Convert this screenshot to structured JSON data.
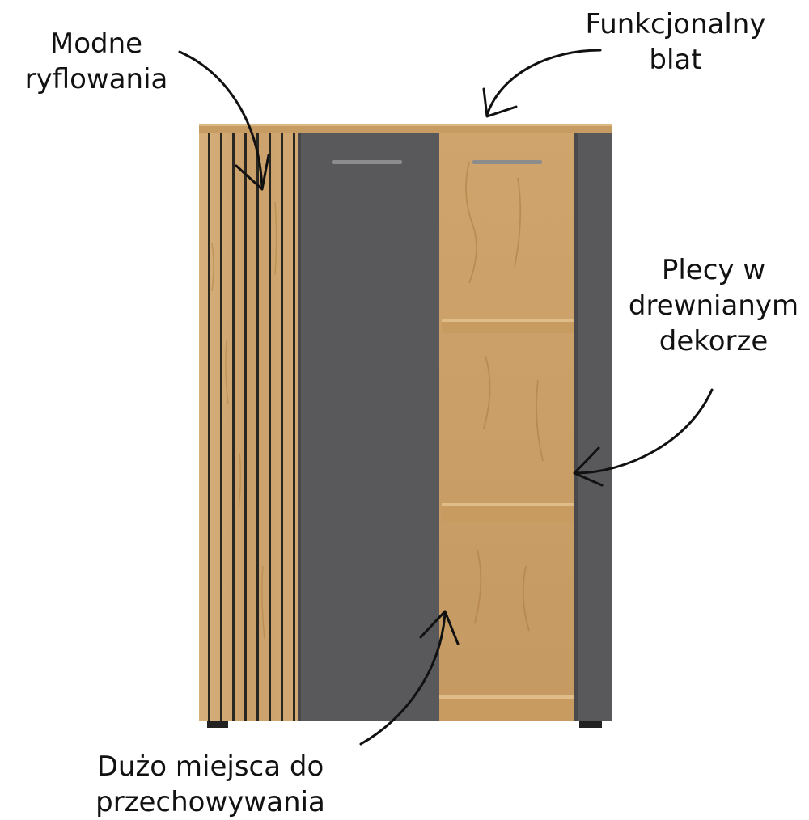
{
  "annotations": {
    "fluting": {
      "lines": [
        "Modne",
        "ryflowania"
      ]
    },
    "top": {
      "lines": [
        "Funkcjonalny",
        "blat"
      ]
    },
    "back": {
      "lines": [
        "Plecy w",
        "drewnianym",
        "dekorze"
      ]
    },
    "storage": {
      "lines": [
        "Dużo miejsca do",
        "przechowywania"
      ]
    }
  },
  "colors": {
    "oak": "#cfa670",
    "oak_dark": "#b98d55",
    "anthracite": "#5a5a5c",
    "groove": "#2a2620",
    "handle": "#8c8c8c",
    "leg": "#222222"
  },
  "product": {
    "shelves": 3,
    "slats": 8
  }
}
